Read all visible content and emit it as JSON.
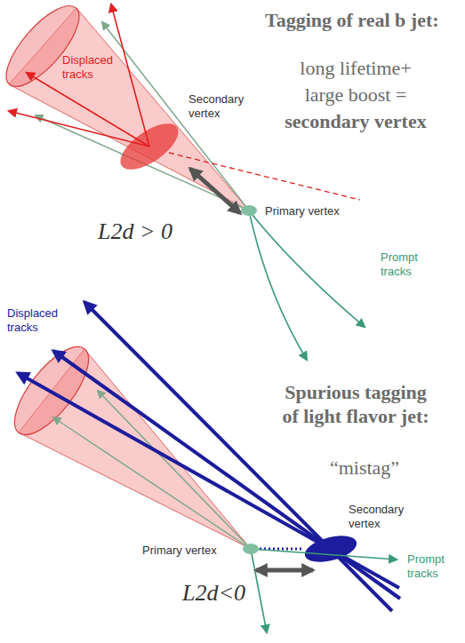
{
  "diagram": {
    "labels": [
      "Tagging of real b jet:",
      "long lifetime+ large boost =",
      "secondary vertex",
      "Displaced tracks",
      "Secondary vertex",
      "Primary vertex",
      "L2d > 0",
      "Prompt tracks",
      "Displaced tracks",
      "Spurious tagging of light flavor jet:",
      "“mistag”",
      "Secondary vertex",
      "Primary vertex",
      "Prompt tracks",
      "L2d<0"
    ]
  }
}
